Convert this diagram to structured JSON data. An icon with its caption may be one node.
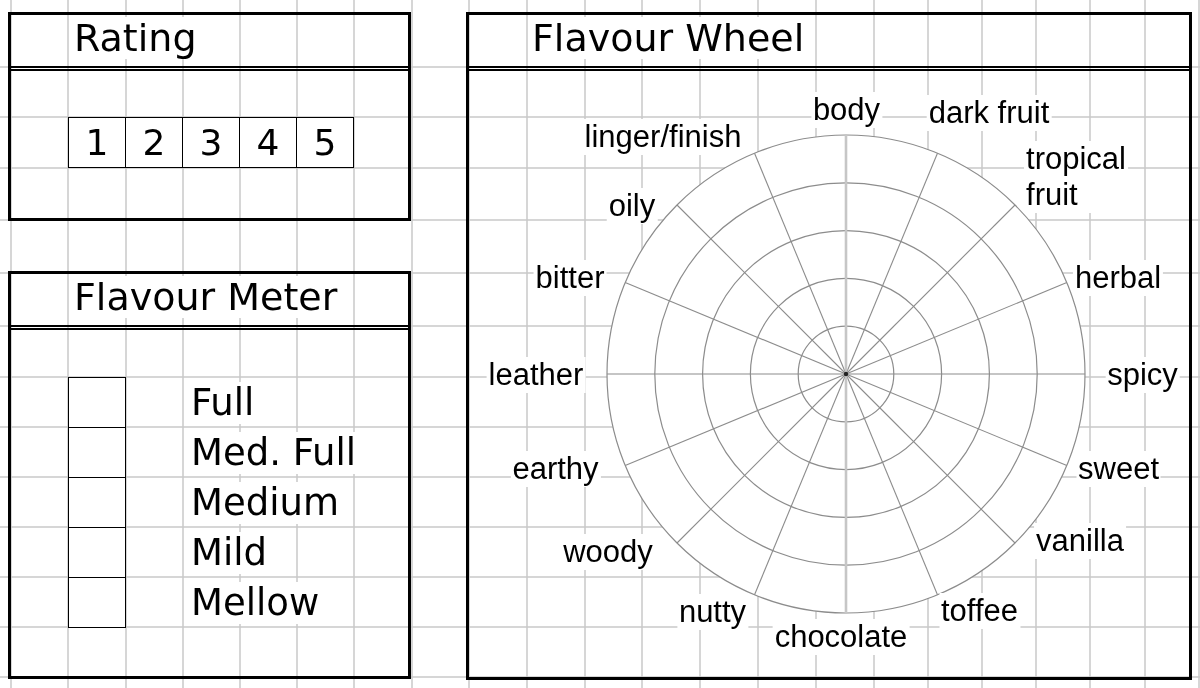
{
  "diagram": {
    "nodes": [
      {
        "text": [
          "Rating"
        ]
      },
      {
        "text": [
          "1"
        ],
        "in": 0
      },
      {
        "text": [
          "2"
        ],
        "in": 0
      },
      {
        "text": [
          "3"
        ],
        "in": 0
      },
      {
        "text": [
          "4"
        ],
        "in": 0
      },
      {
        "text": [
          "5"
        ],
        "in": 0
      },
      {
        "text": [
          "Flavour Meter"
        ]
      },
      {
        "text": [],
        "shape": "box",
        "in": 6,
        "beside": [
          "Full"
        ]
      },
      {
        "text": [],
        "shape": "box",
        "in": 6,
        "beside": [
          "Med. Full"
        ]
      },
      {
        "text": [],
        "shape": "box",
        "in": 6,
        "beside": [
          "Medium"
        ]
      },
      {
        "text": [],
        "shape": "box",
        "in": 6,
        "beside": [
          "Mild"
        ]
      },
      {
        "text": [],
        "shape": "box",
        "in": 6,
        "beside": [
          "Mellow"
        ]
      },
      {
        "text": [
          "Flavour Wheel"
        ]
      }
    ],
    "labels": [
      "body",
      "dark fruit",
      "tropical fruit",
      "herbal",
      "spicy",
      "sweet",
      "vanilla",
      "toffee",
      "chocolate",
      "nutty",
      "woody",
      "earthy",
      "leather",
      "bitter",
      "oily",
      "linger/finish"
    ]
  }
}
